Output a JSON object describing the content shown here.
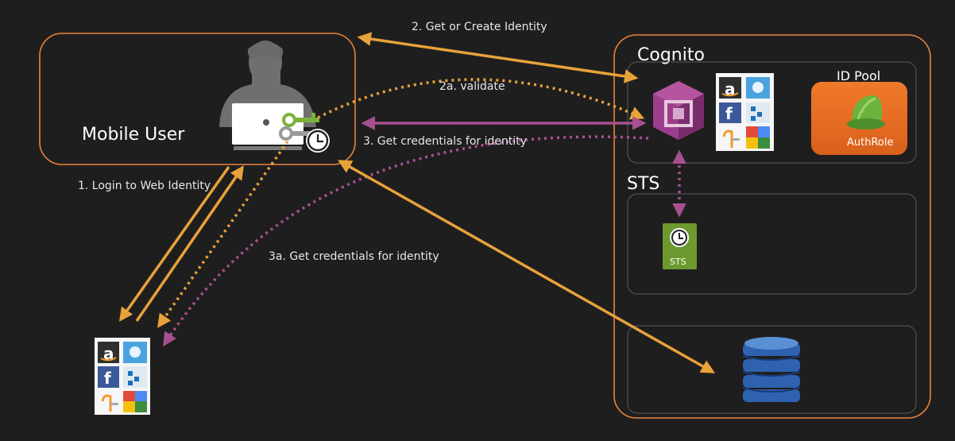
{
  "labels": {
    "mobile_user": "Mobile User",
    "cognito": "Cognito",
    "id_pool": "ID Pool",
    "sts_section": "STS",
    "auth_role": "AuthRole",
    "sts_badge": "STS"
  },
  "arrows": {
    "step1": "1. Login to Web Identity",
    "step2": "2. Get or Create Identity",
    "step2a": "2a. validate",
    "step3": "3. Get credentials for identity",
    "step3a": "3a. Get credentials for identity"
  },
  "colors": {
    "orange": "#e8a23a",
    "pink": "#a8508f",
    "box_border": "#e8843a",
    "background": "#1f1e1f"
  },
  "icons": [
    "user-at-laptop-icon",
    "key-icon",
    "clock-icon",
    "cognito-icon",
    "identity-providers-icon",
    "helmet-icon",
    "sts-icon",
    "dynamodb-icon"
  ]
}
